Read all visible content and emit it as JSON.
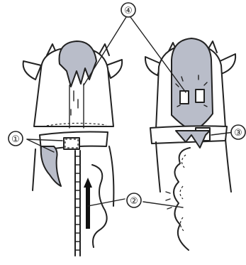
{
  "figure": {
    "colors": {
      "ink": "#222222",
      "fabric": "#b9bdc9",
      "paper": "#ffffff"
    },
    "callouts": [
      {
        "id": "c1",
        "label": "①"
      },
      {
        "id": "c2",
        "label": "②"
      },
      {
        "id": "c3",
        "label": "③"
      },
      {
        "id": "c4",
        "label": "④"
      }
    ]
  }
}
